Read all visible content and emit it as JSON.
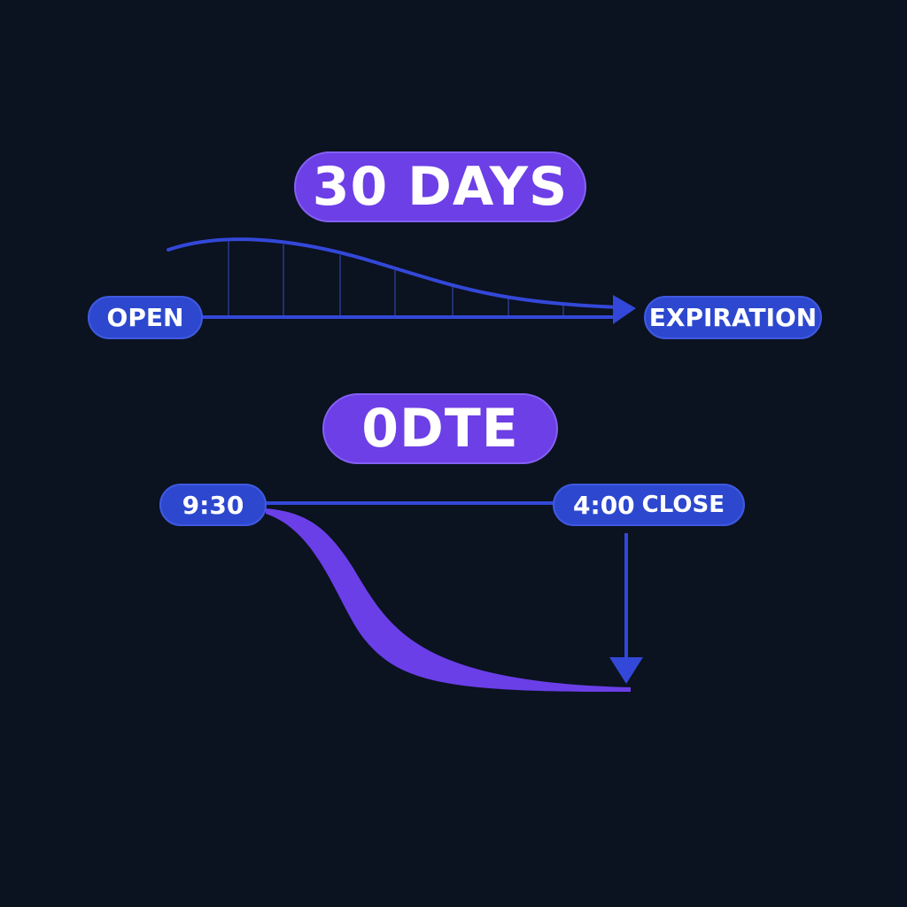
{
  "top_section": {
    "title": "30 DAYS",
    "start_label": "OPEN",
    "end_label": "EXPIRATION"
  },
  "bottom_section": {
    "title": "0DTE",
    "start_label": "9:30",
    "end_time": "4:00",
    "end_word": "CLOSE"
  },
  "colors": {
    "background": "#0b1220",
    "title_pill": "#6d3fe6",
    "label_pill": "#2d48cf",
    "line_blue": "#3348d8",
    "curve_purple": "#6a3fe8"
  }
}
